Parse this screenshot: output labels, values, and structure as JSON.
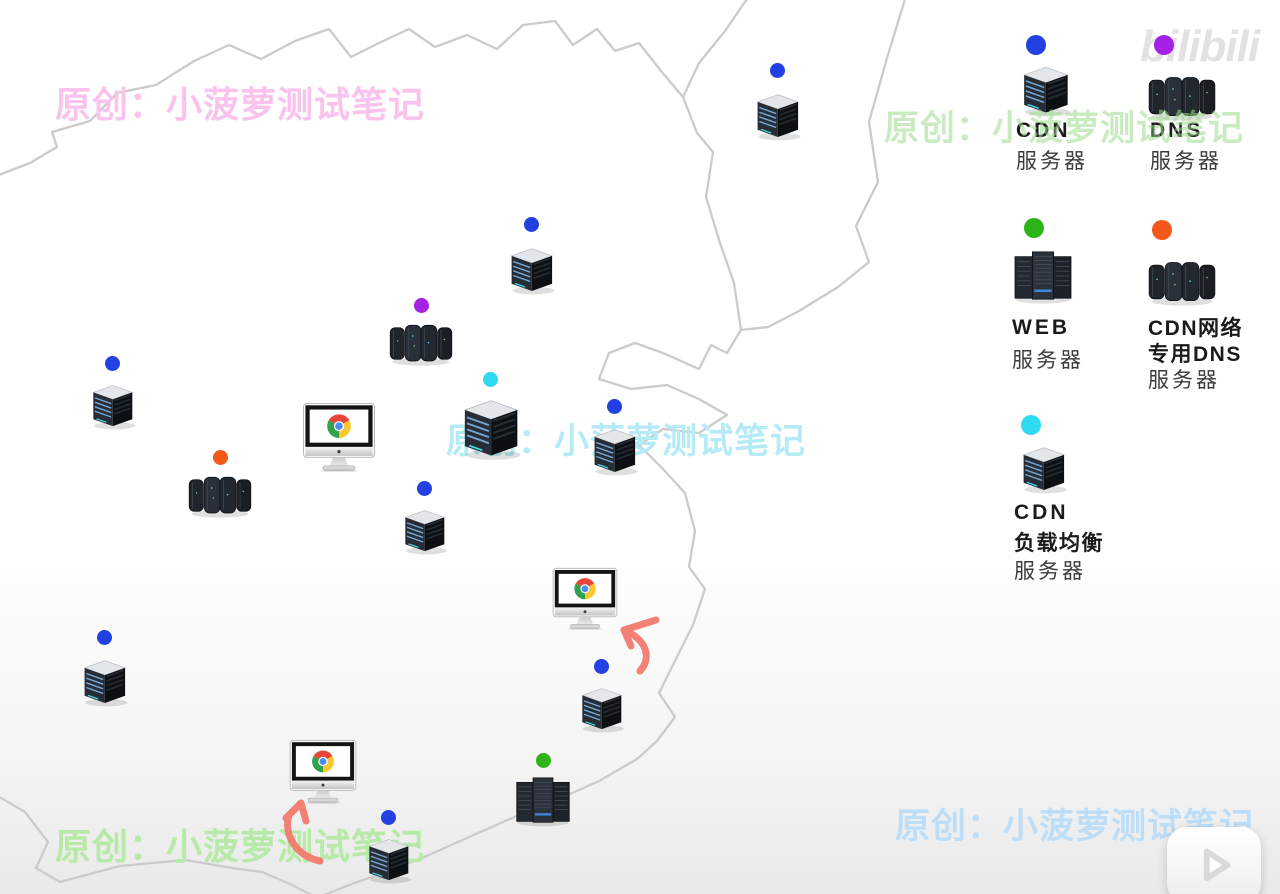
{
  "watermarks": {
    "top_left": {
      "text": "原创：小菠萝测试笔记",
      "color": "#f9c3ee"
    },
    "top_right": {
      "text": "原创：小菠萝测试笔记",
      "color": "#9fdc90"
    },
    "center": {
      "text": "原创：小菠萝测试笔记",
      "color": "#b4ebf6"
    },
    "bottom_left": {
      "text": "原创：小菠萝测试笔记",
      "color": "#b7e9a7"
    },
    "bottom_right": {
      "text": "原创：小菠萝测试笔记",
      "color": "#bcdef8"
    }
  },
  "brand": {
    "wordmark": "bilibili",
    "color": "#e2e2e2"
  },
  "legend": {
    "items": [
      {
        "id": "cdn",
        "lines": [
          "CDN"
        ],
        "sub": "服务器",
        "dot_color": "#2340e2",
        "icon": "tower-server-icon"
      },
      {
        "id": "dns",
        "lines": [
          "DNS"
        ],
        "sub": "服务器",
        "dot_color": "#a521e4",
        "icon": "server-cluster-icon"
      },
      {
        "id": "web",
        "lines": [
          "WEB"
        ],
        "sub": "服务器",
        "dot_color": "#2eb318",
        "icon": "server-rack-icon"
      },
      {
        "id": "cdn-private-dns",
        "lines": [
          "CDN网络",
          "专用DNS"
        ],
        "sub": "服务器",
        "dot_color": "#f2581a",
        "icon": "server-cluster-icon"
      },
      {
        "id": "cdn-load-balancer",
        "lines": [
          "CDN",
          "负载均衡"
        ],
        "sub": "服务器",
        "dot_color": "#2fd9f1",
        "icon": "tower-server-icon"
      }
    ]
  },
  "map": {
    "outline_color": "#cbcbcb",
    "nodes": [
      {
        "id": "node-1",
        "kind": "cdn",
        "dot_color": "#2340e2",
        "icon": "tower-server-icon"
      },
      {
        "id": "node-2",
        "kind": "cdn",
        "dot_color": "#2340e2",
        "icon": "tower-server-icon"
      },
      {
        "id": "node-3",
        "kind": "dns",
        "dot_color": "#a521e4",
        "icon": "server-cluster-icon"
      },
      {
        "id": "node-4",
        "kind": "cdn",
        "dot_color": "#2340e2",
        "icon": "tower-server-icon"
      },
      {
        "id": "node-5",
        "kind": "cdn-load-balancer",
        "dot_color": "#2fd9f1",
        "icon": "tower-server-icon"
      },
      {
        "id": "node-6",
        "kind": "cdn",
        "dot_color": "#2340e2",
        "icon": "tower-server-icon"
      },
      {
        "id": "node-7",
        "kind": "cdn-private-dns",
        "dot_color": "#f2581a",
        "icon": "server-cluster-icon"
      },
      {
        "id": "node-8",
        "kind": "cdn",
        "dot_color": "#2340e2",
        "icon": "tower-server-icon"
      },
      {
        "id": "node-9",
        "kind": "cdn",
        "dot_color": "#2340e2",
        "icon": "tower-server-icon"
      },
      {
        "id": "node-10",
        "kind": "cdn",
        "dot_color": "#2340e2",
        "icon": "tower-server-icon"
      },
      {
        "id": "node-11",
        "kind": "web",
        "dot_color": "#2eb318",
        "icon": "server-rack-icon"
      },
      {
        "id": "node-12",
        "kind": "cdn",
        "dot_color": "#2340e2",
        "icon": "tower-server-icon"
      }
    ],
    "clients": [
      {
        "id": "client-1",
        "icon": "imac-chrome-monitor-icon"
      },
      {
        "id": "client-2",
        "icon": "imac-chrome-monitor-icon"
      },
      {
        "id": "client-3",
        "icon": "imac-chrome-monitor-icon"
      }
    ]
  },
  "annotations": {
    "arrow_color": "#f4776a"
  },
  "player": {
    "icon": "play-icon"
  }
}
